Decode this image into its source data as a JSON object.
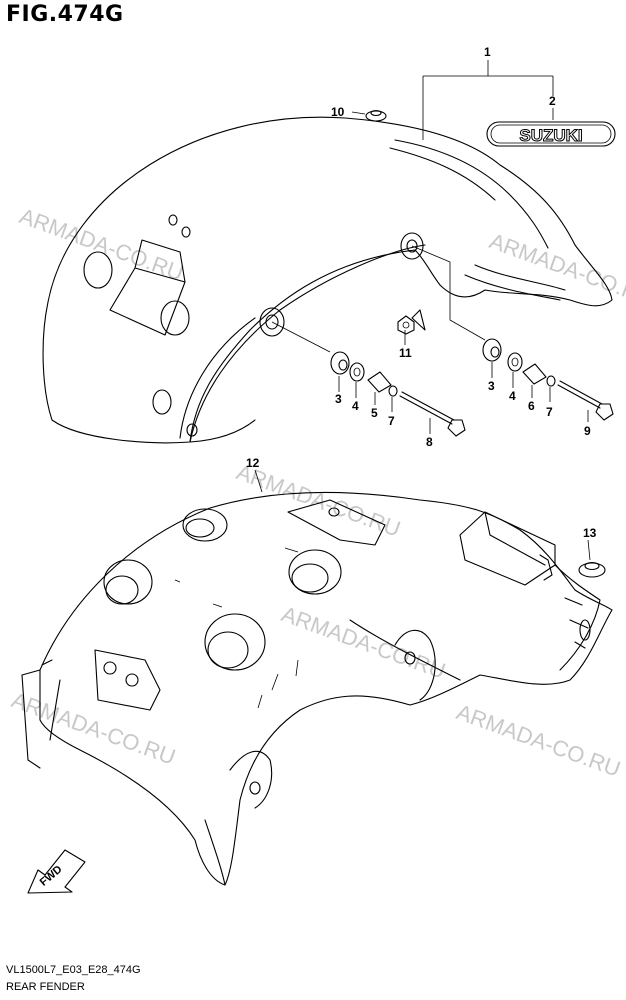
{
  "figure": {
    "title": "FIG.474G",
    "code": "VL1500L7_E03_E28_474G",
    "name": "REAR FENDER"
  },
  "badge_text": "SUZUKI",
  "arrow_text": "FWD",
  "watermarks": [
    "ARMADA-CO.RU",
    "ARMADA-CO.RU",
    "ARMADA-CO.RU",
    "ARMADA-CO.RU",
    "ARMADA-CO.RU",
    "ARMADA-CO.RU"
  ],
  "callouts": [
    {
      "id": "1",
      "label": "1"
    },
    {
      "id": "2",
      "label": "2"
    },
    {
      "id": "3a",
      "label": "3"
    },
    {
      "id": "4a",
      "label": "4"
    },
    {
      "id": "5",
      "label": "5"
    },
    {
      "id": "7a",
      "label": "7"
    },
    {
      "id": "8",
      "label": "8"
    },
    {
      "id": "3b",
      "label": "3"
    },
    {
      "id": "4b",
      "label": "4"
    },
    {
      "id": "6",
      "label": "6"
    },
    {
      "id": "7b",
      "label": "7"
    },
    {
      "id": "9",
      "label": "9"
    },
    {
      "id": "10",
      "label": "10"
    },
    {
      "id": "11",
      "label": "11"
    },
    {
      "id": "12",
      "label": "12"
    },
    {
      "id": "13",
      "label": "13"
    }
  ]
}
